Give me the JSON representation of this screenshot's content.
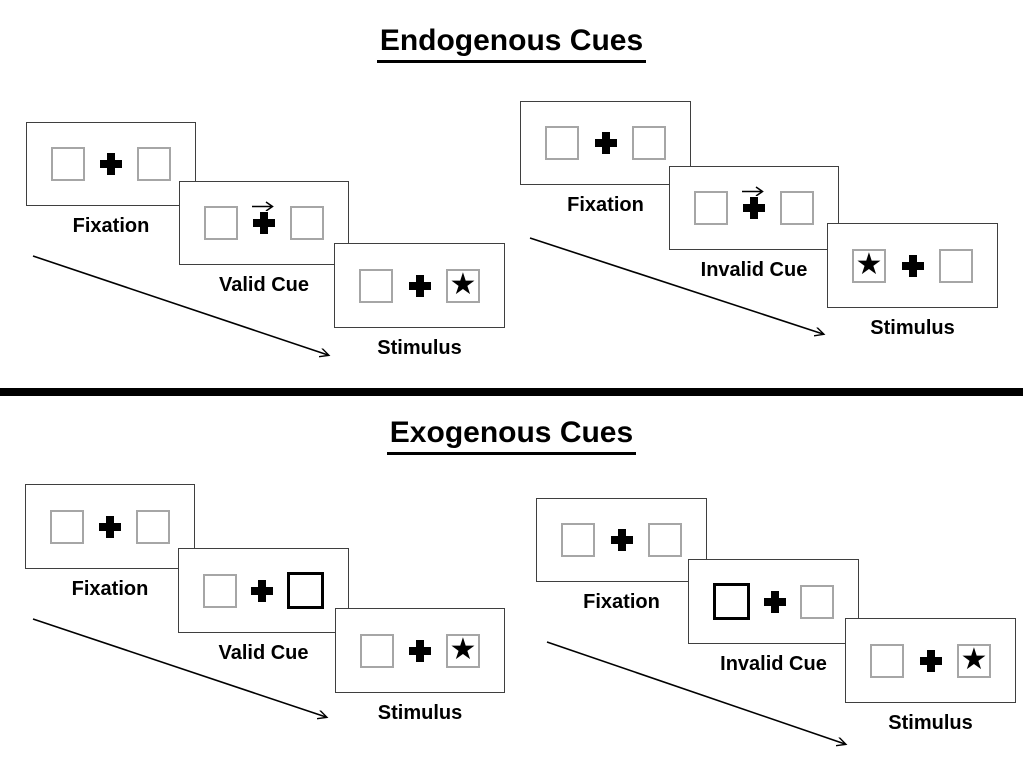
{
  "colors": {
    "background": "#ffffff",
    "ink": "#000000",
    "panel_border": "#3f3f3f",
    "box_border": "#a6a6a6",
    "cue_highlight_border": "#000000"
  },
  "icons": {
    "star_glyph": "★",
    "fixation_cross": "plus-cross",
    "cue_arrow_direction": "right",
    "timeline_arrow_direction": "down-right"
  },
  "sections": [
    {
      "title": "Endogenous Cues",
      "groups": [
        {
          "trial": "valid",
          "panels": [
            {
              "label": "Fixation"
            },
            {
              "label": "Valid Cue",
              "cue": "arrow-right"
            },
            {
              "label": "Stimulus",
              "star_side": "right"
            }
          ]
        },
        {
          "trial": "invalid",
          "panels": [
            {
              "label": "Fixation"
            },
            {
              "label": "Invalid Cue",
              "cue": "arrow-right"
            },
            {
              "label": "Stimulus",
              "star_side": "left"
            }
          ]
        }
      ]
    },
    {
      "title": "Exogenous Cues",
      "groups": [
        {
          "trial": "valid",
          "panels": [
            {
              "label": "Fixation"
            },
            {
              "label": "Valid Cue",
              "highlight_side": "right"
            },
            {
              "label": "Stimulus",
              "star_side": "right"
            }
          ]
        },
        {
          "trial": "invalid",
          "panels": [
            {
              "label": "Fixation"
            },
            {
              "label": "Invalid Cue",
              "highlight_side": "left"
            },
            {
              "label": "Stimulus",
              "star_side": "right"
            }
          ]
        }
      ]
    }
  ]
}
